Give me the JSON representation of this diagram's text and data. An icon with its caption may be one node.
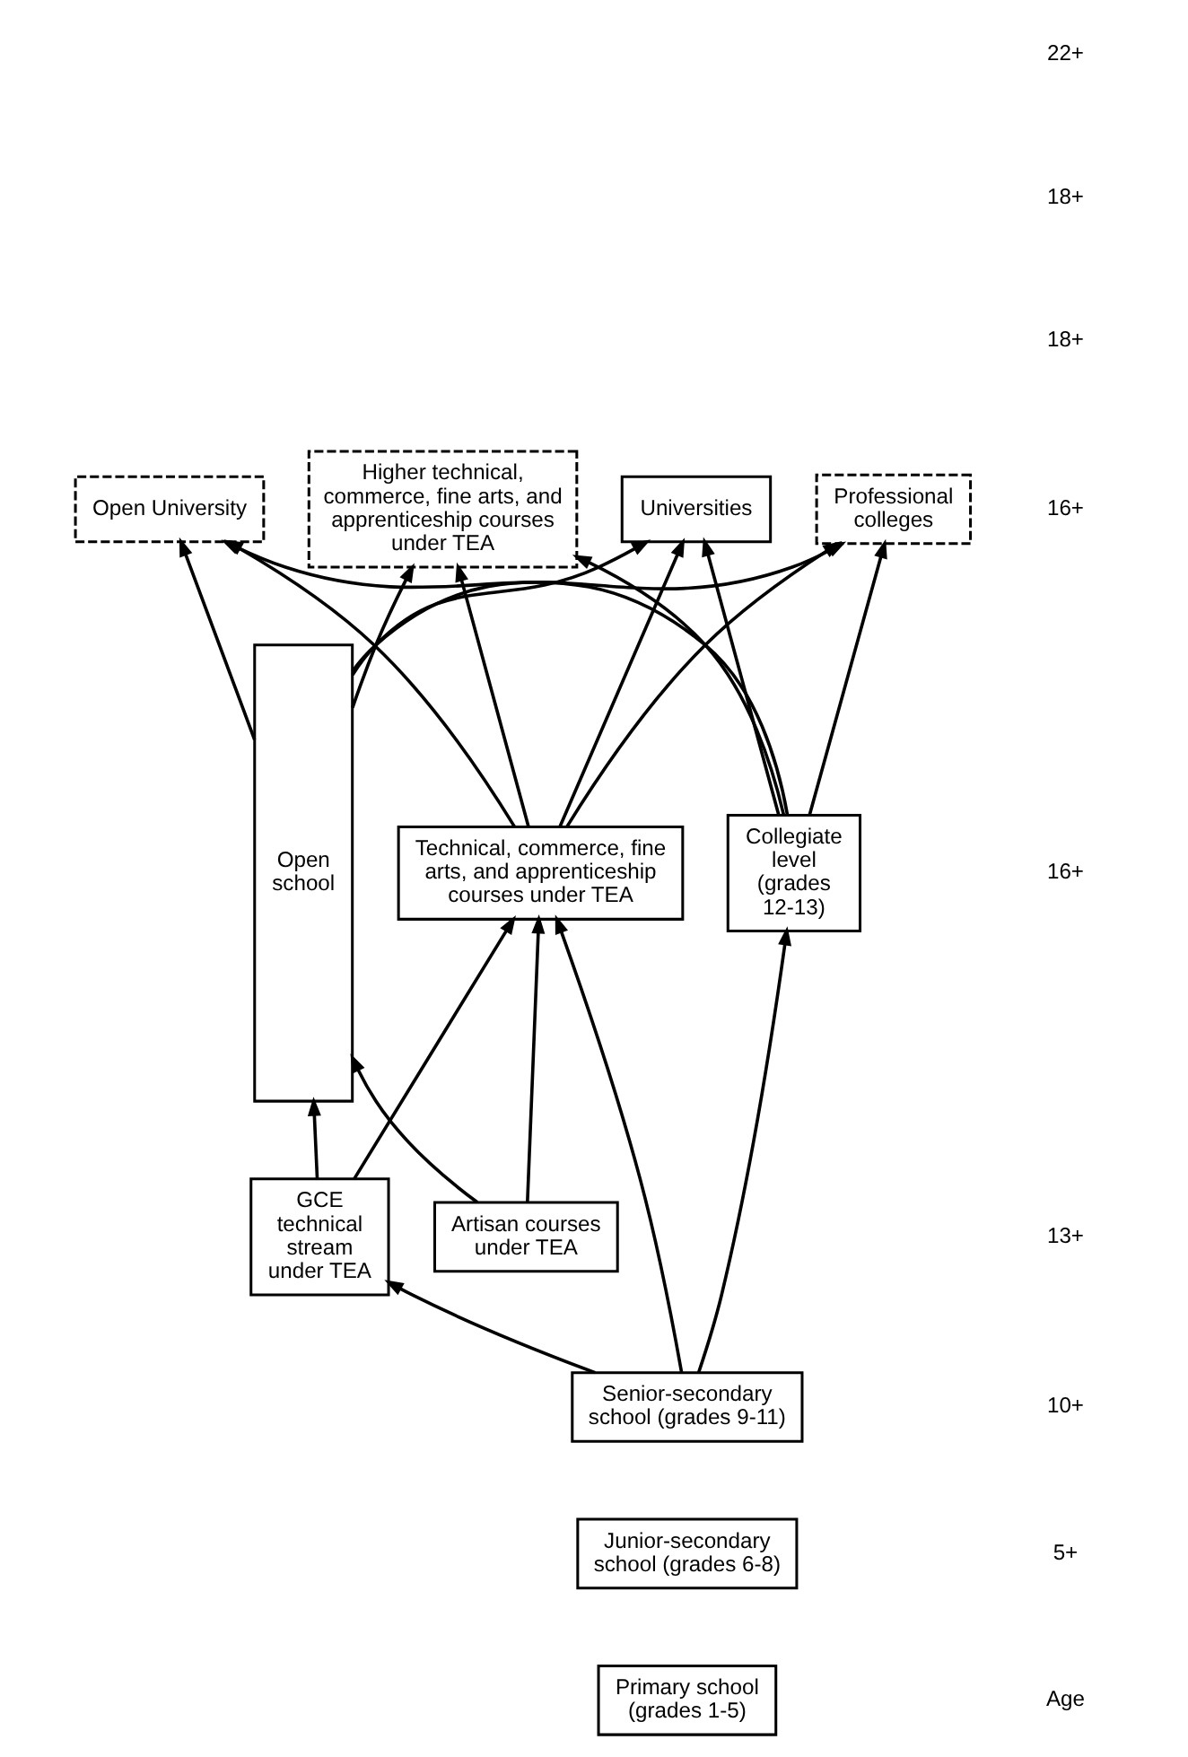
{
  "diagram": {
    "nodes": [
      {
        "text": [
          "Universities"
        ]
      },
      {
        "text": [
          "Professional colleges"
        ]
      },
      {
        "text": [
          "Open University"
        ]
      },
      {
        "text": [
          "Higher technical, commerce, fine arts, and apprenticeship courses under TEA"
        ]
      },
      {
        "text": [
          "Collegiate level (grades 12-13)"
        ]
      },
      {
        "text": [
          "Technical, commerce, fine arts, and apprenticeship courses under TEA"
        ]
      },
      {
        "text": [
          "Open school"
        ]
      },
      {
        "text": [
          "Senior-secondary school (grades 9-11)"
        ]
      },
      {
        "text": [
          "Junior-secondary school (grades 6-8)"
        ]
      },
      {
        "text": [
          "Primary school (grades 1-5)"
        ]
      },
      {
        "text": [
          "GCE technical stream under TEA"
        ]
      },
      {
        "text": [
          "Artisan courses under TEA"
        ]
      }
    ],
    "edges": [
      {
        "from": 4,
        "to": 0,
        "arrow": "to"
      },
      {
        "from": 4,
        "to": 1,
        "arrow": "to"
      },
      {
        "from": 4,
        "to": 2,
        "arrow": "to"
      },
      {
        "from": 4,
        "to": 3,
        "arrow": "to"
      },
      {
        "from": 5,
        "to": 0,
        "arrow": "to"
      },
      {
        "from": 5,
        "to": 1,
        "arrow": "to"
      },
      {
        "from": 5,
        "to": 2,
        "arrow": "to"
      },
      {
        "from": 5,
        "to": 3,
        "arrow": "to"
      },
      {
        "from": 6,
        "to": 0,
        "arrow": "to"
      },
      {
        "from": 6,
        "to": 1,
        "arrow": "to"
      },
      {
        "from": 6,
        "to": 2,
        "arrow": "to"
      },
      {
        "from": 6,
        "to": 3,
        "arrow": "to"
      },
      {
        "from": 7,
        "to": 4,
        "arrow": "to"
      },
      {
        "from": 7,
        "to": 5,
        "arrow": "to"
      },
      {
        "from": 7,
        "to": 10,
        "arrow": "to"
      },
      {
        "from": 10,
        "to": 5,
        "arrow": "to"
      },
      {
        "from": 10,
        "to": 6,
        "arrow": "to"
      },
      {
        "from": 11,
        "to": 5,
        "arrow": "to"
      },
      {
        "from": 11,
        "to": 6,
        "arrow": "to"
      }
    ],
    "labels": [
      "22+",
      "18+",
      "18+",
      "16+",
      "16+",
      "13+",
      "10+",
      "5+",
      "Age"
    ]
  }
}
